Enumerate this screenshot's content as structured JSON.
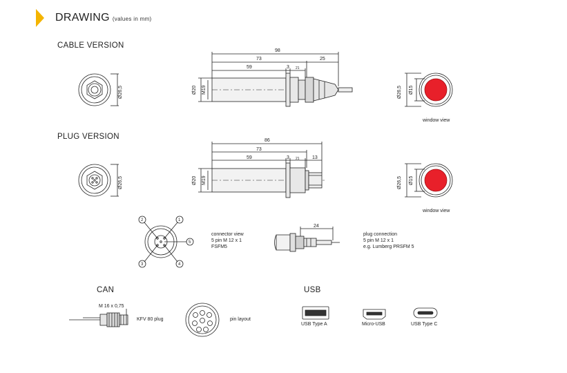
{
  "header": {
    "title": "DRAWING",
    "note": "(values in mm)"
  },
  "sections": {
    "cable": "CABLE VERSION",
    "plug": "PLUG VERSION",
    "can": "CAN",
    "usb": "USB"
  },
  "cable_dims": {
    "total": "98",
    "body": "73",
    "tail": "25",
    "inner": "59",
    "step": "3",
    "seg": "21",
    "dia_body": "Ø20",
    "dia_inner": "M19",
    "dia_front": "Ø26,5",
    "dia_window": "Ø15"
  },
  "plug_dims": {
    "total": "86",
    "body": "73",
    "inner": "59",
    "step": "3",
    "seg": "21",
    "tail": "13",
    "dia_body": "Ø20",
    "dia_inner": "M19",
    "dia_front": "Ø26,5",
    "dia_window": "Ø15"
  },
  "window_view": "window view",
  "connector": {
    "pins": [
      "1",
      "2",
      "3",
      "4",
      "5"
    ],
    "view_lines": [
      "connector view",
      "5 pin M 12 x 1",
      "FSFM5"
    ],
    "plug_dim": "24",
    "plug_lines": [
      "plug connection",
      "5 pin M 12 x 1",
      "e.g. Lumberg PRSFM 5"
    ]
  },
  "can": {
    "thread": "M 16 x 0,75",
    "plug_label": "KFV 80 plug",
    "pin_layout": "pin layout"
  },
  "usb": {
    "type_a": "USB Type A",
    "micro": "Micro-USB",
    "type_c": "USB Type C"
  },
  "colors": {
    "accent": "#f4b400",
    "window": "#e8202a"
  }
}
